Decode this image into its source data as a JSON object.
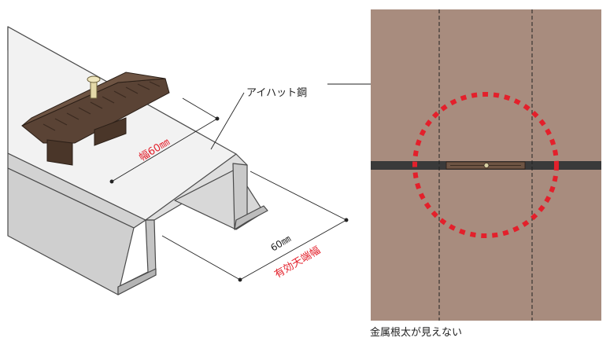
{
  "left_illustration": {
    "member_label": "アイハット鋼",
    "width_label": "幅60㎜",
    "effective_dim": "60㎜",
    "effective_label": "有効天端幅"
  },
  "right_view": {
    "caption": "金属根太が見えない"
  },
  "colors": {
    "deck_brown": "#a88c7e",
    "clip_brown": "#5a4335",
    "steel_light": "#eeeeee",
    "steel_mid": "#d6d6d6",
    "steel_dark": "#b8b8b8",
    "outline": "#4a4a4a",
    "gap_black": "#3a3a3a",
    "highlight_red": "#e3202b",
    "label_red": "#e3202b"
  }
}
